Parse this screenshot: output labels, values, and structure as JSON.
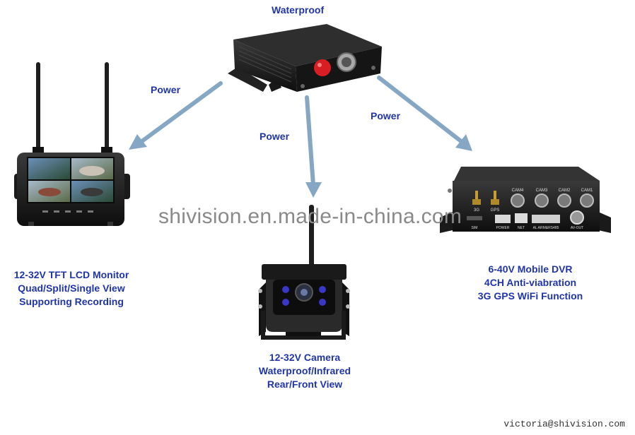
{
  "colors": {
    "label": "#1f35a8",
    "arrow": "#86a7c4",
    "device": "#1a1a1a",
    "watermark": "#8a8a8a"
  },
  "hub": {
    "label": "Waterproof"
  },
  "arrows": {
    "left": "Power",
    "middle": "Power",
    "right": "Power"
  },
  "monitor": {
    "lines": [
      "12-32V TFT LCD Monitor",
      "Quad/Split/Single View",
      "Supporting Recording"
    ]
  },
  "camera": {
    "lines": [
      "12-32V Camera",
      "Waterproof/Infrared",
      "Rear/Front View"
    ]
  },
  "dvr": {
    "lines": [
      "6-40V Mobile DVR",
      "4CH Anti-viabration",
      "3G GPS WiFi Function"
    ],
    "ports": [
      "CAM4",
      "CAM3",
      "CAM2",
      "CAM1"
    ],
    "antennas": [
      "3G",
      "GPS"
    ],
    "bottom_labels": [
      "SIM",
      "POWER",
      "NET",
      "AL ARM&RS485",
      "AV-OUT"
    ]
  },
  "watermark": "shivision.en.made-in-china.com",
  "email": "victoria@shivision.com"
}
